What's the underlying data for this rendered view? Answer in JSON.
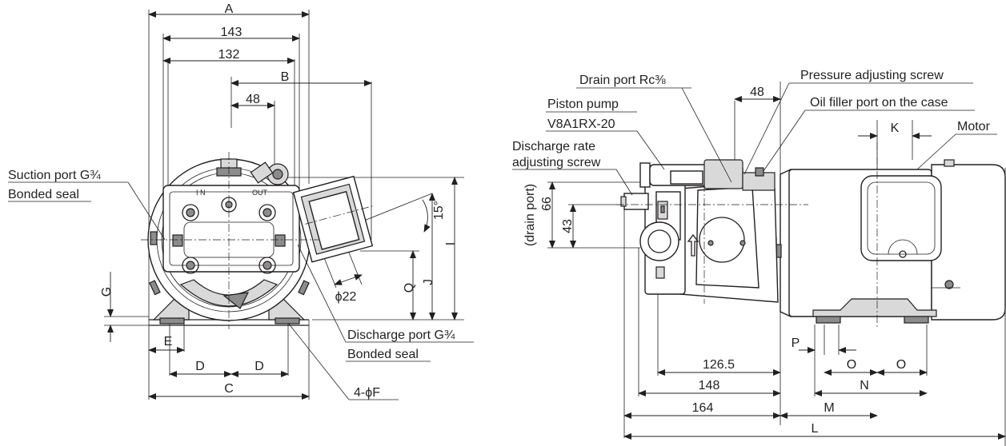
{
  "front_view": {
    "dims": {
      "A": "A",
      "d143": "143",
      "d132": "132",
      "B": "B",
      "d48": "48",
      "C": "C",
      "D1": "D",
      "D2": "D",
      "E": "E",
      "G": "G",
      "I": "I",
      "J": "J",
      "Q": "Q",
      "phi22": "ϕ22",
      "angle15": "15°"
    },
    "callouts": {
      "suction_port": "Suction port G¾",
      "suction_seal": "Bonded seal",
      "discharge_port": "Discharge port G¾",
      "discharge_seal": "Bonded seal",
      "mount_holes": "4-ϕF"
    },
    "block_labels": {
      "in": "I N",
      "out": "OUT"
    }
  },
  "side_view": {
    "dims": {
      "d48": "48",
      "K": "K",
      "d66": "66",
      "drain_port_note": "(drain port)",
      "d43": "43",
      "P": "P",
      "O1": "O",
      "O2": "O",
      "d126_5": "126.5",
      "d148": "148",
      "N": "N",
      "d164": "164",
      "M": "M",
      "L": "L"
    },
    "callouts": {
      "drain_port": "Drain port Rc⅜",
      "piston_pump": "Piston pump",
      "model": "V8A1RX-20",
      "discharge_rate_1": "Discharge rate",
      "discharge_rate_2": "adjusting screw",
      "pressure_screw": "Pressure adjusting screw",
      "oil_filler": "Oil filler port on the case",
      "motor": "Motor"
    }
  }
}
